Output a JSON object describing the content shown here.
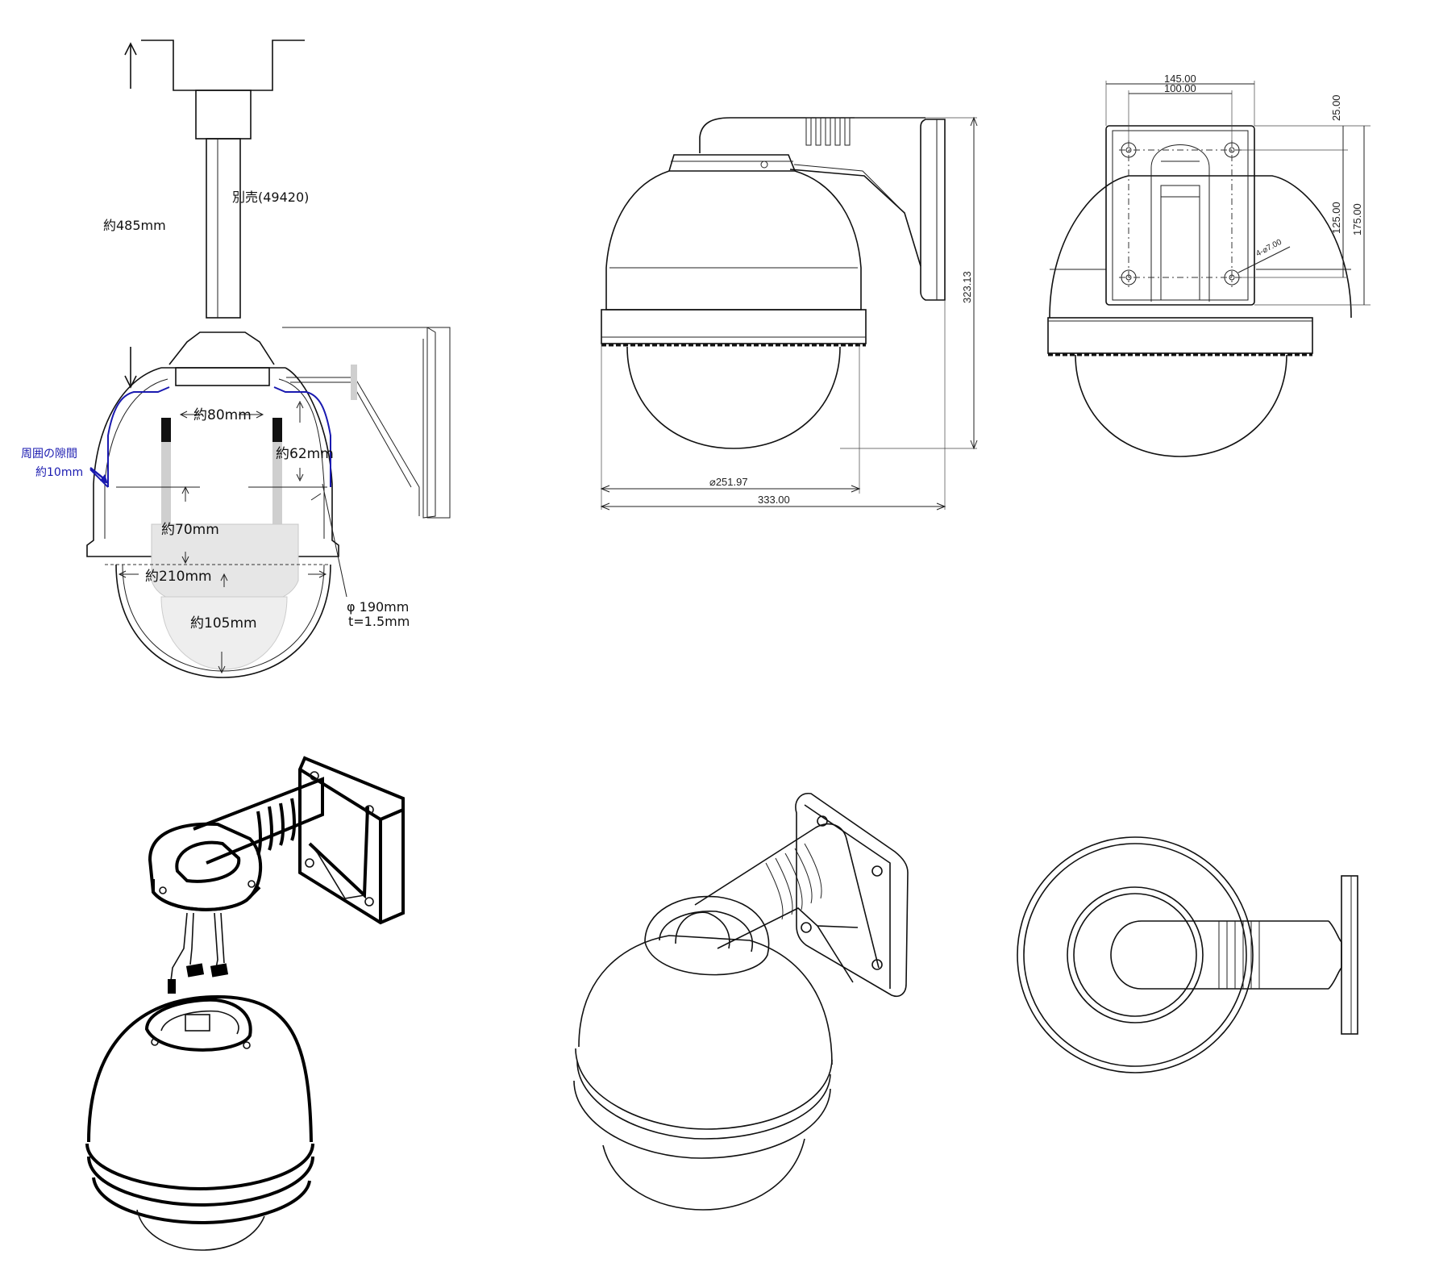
{
  "side_view": {
    "total_length": "約485mm",
    "sold_separately": "別売(49420)",
    "inner_width": "約80mm",
    "clearance_label": [
      "周囲の隙間",
      "約10mm"
    ],
    "depth_62": "約62mm",
    "depth_70": "約70mm",
    "width_210": "約210mm",
    "height_105": "約105mm",
    "dome_diameter": "φ 190mm",
    "dome_thickness": "t=1.5mm"
  },
  "front_view": {
    "dome_diameter": "⌀251.97",
    "overall_width": "333.00",
    "overall_height": "323.13"
  },
  "rear_view": {
    "width_outer": "145.00",
    "width_inner": "100.00",
    "offset_top": "25.00",
    "height_inner": "125.00",
    "height_outer": "175.00",
    "holes": "4-⌀7.00"
  },
  "colors": {
    "line": "#111111",
    "annotation_blue": "#1a1ab0",
    "background": "#ffffff"
  }
}
